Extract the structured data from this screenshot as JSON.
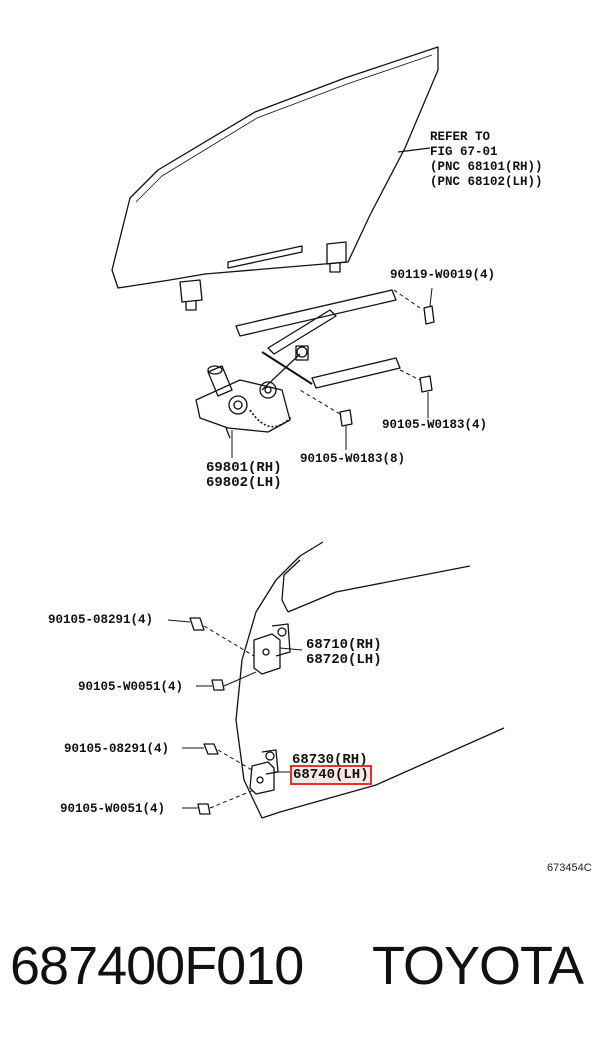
{
  "diagram": {
    "refer_note": [
      "REFER TO",
      "FIG 67-01",
      "(PNC 68101(RH))",
      "(PNC 68102(LH))"
    ],
    "labels": {
      "bolt_upper": "90119-W0019(4)",
      "bolt_right": "90105-W0183(4)",
      "bolt_center": "90105-W0183(8)",
      "regulator_rh": "69801(RH)",
      "regulator_lh": "69802(LH)",
      "upper_bolt_a": "90105-08291(4)",
      "upper_bolt_b": "90105-W0051(4)",
      "upper_hinge_rh": "68710(RH)",
      "upper_hinge_lh": "68720(LH)",
      "lower_bolt_a": "90105-08291(4)",
      "lower_bolt_b": "90105-W0051(4)",
      "lower_hinge_rh": "68730(RH)",
      "lower_hinge_lh": "68740(LH)"
    },
    "figure_number": "673454C",
    "highlight_color": "#e2312e"
  },
  "footer": {
    "part_number": "687400F010",
    "brand": "TOYOTA"
  }
}
